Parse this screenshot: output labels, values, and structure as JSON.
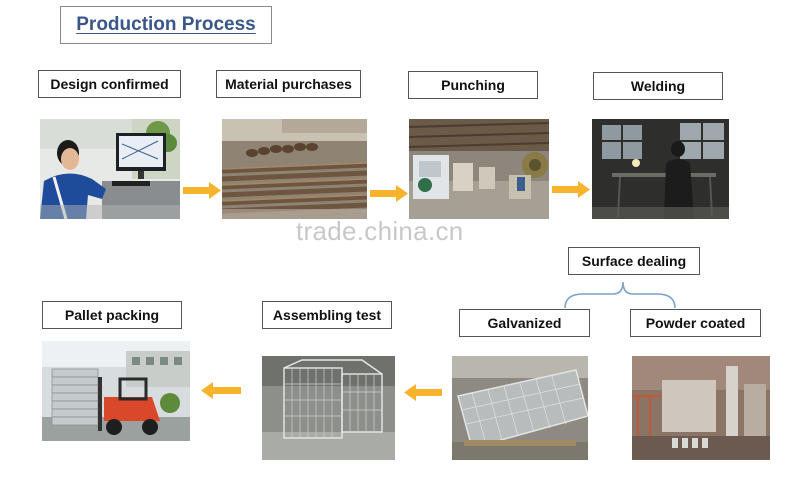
{
  "title": "Production Process",
  "steps": {
    "design": "Design confirmed",
    "material": "Material purchases",
    "punching": "Punching",
    "welding": "Welding",
    "surface": "Surface dealing",
    "galvanized": "Galvanized",
    "powder": "Powder coated",
    "assembling": "Assembling test",
    "pallet": "Pallet packing"
  },
  "watermark": "trade.china.cn",
  "colors": {
    "arrow": "#f7b32b",
    "title": "#3a5688",
    "brace": "#7ba4c9"
  }
}
